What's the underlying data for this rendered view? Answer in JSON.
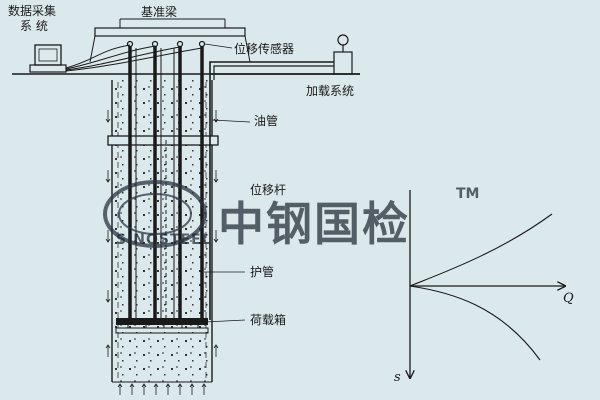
{
  "labels": {
    "data_acq_line1": "数据采集",
    "data_acq_line2": "系 统",
    "ref_beam": "基准梁",
    "disp_sensor": "位移传感器",
    "loading_system": "加载系统",
    "oil_pipe": "油管",
    "disp_rod": "位移杆",
    "protect_pipe": "护管",
    "load_box": "荷载箱",
    "axis_q": "Q",
    "axis_s": "s"
  },
  "watermark": {
    "text": "中钢国检",
    "tm": "TM",
    "logo_text": "SINOSTEEL"
  },
  "colors": {
    "background": "#dbe9ed",
    "ink": "#1a1a1a"
  }
}
